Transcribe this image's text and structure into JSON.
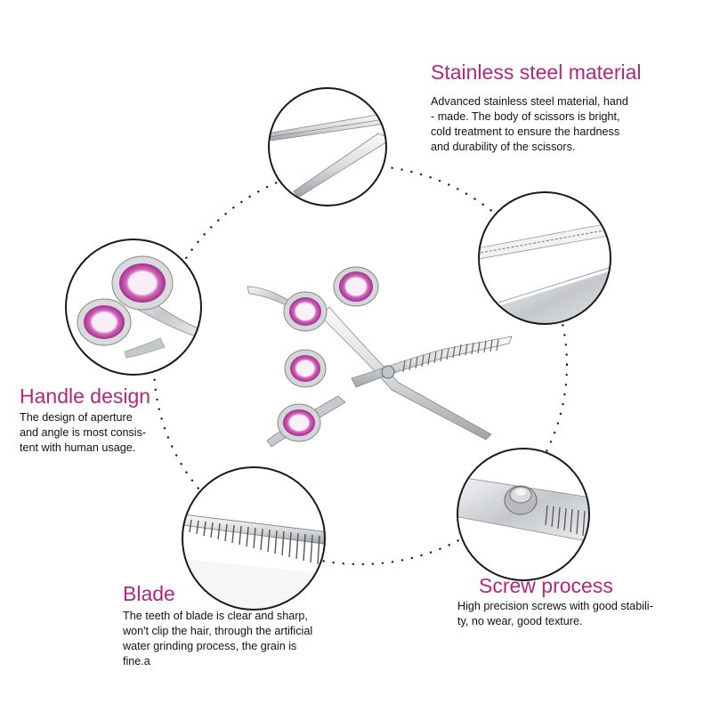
{
  "colors": {
    "accent": "#b3267f",
    "ring_pink": "#c646a8",
    "steel": "#c8ccd0",
    "dots": "#222222"
  },
  "features": {
    "steel": {
      "title": "Stainless steel material",
      "lines": [
        "Advanced stainless steel material, hand",
        "- made. The body of scissors is bright,",
        "cold treatment to ensure the hardness",
        "and durability of the scissors."
      ]
    },
    "handle": {
      "title": "Handle design",
      "lines": [
        "The design of aperture",
        "and angle is most consis-",
        "tent with human usage."
      ]
    },
    "blade": {
      "title": "Blade",
      "lines": [
        "The teeth of blade is clear and sharp,",
        "won't clip the hair, through the artificial",
        "water grinding process, the grain is",
        "fine.a"
      ]
    },
    "screw": {
      "title": "Screw process",
      "lines": [
        "High precision screws with good stabili-",
        "ty, no wear, good texture."
      ]
    }
  },
  "icons": {
    "blade_tip": "blade-tip-closeup-image",
    "blade_edge": "blade-edge-closeup-image",
    "handle": "handle-closeup-image",
    "teeth": "thinning-teeth-closeup-image",
    "screw": "screw-closeup-image",
    "product": "scissors-set-image"
  }
}
